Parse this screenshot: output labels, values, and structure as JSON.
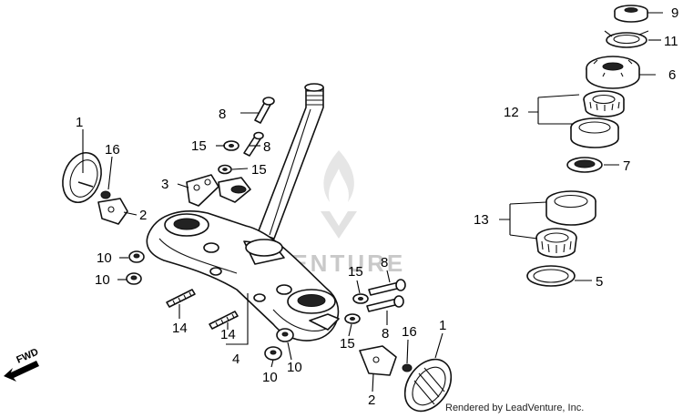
{
  "diagram": {
    "fwd_label": "FWD",
    "watermark": "VENTURE",
    "credit": "Rendered by LeadVenture, Inc.",
    "callouts": [
      {
        "id": "c9",
        "text": "9"
      },
      {
        "id": "c11",
        "text": "11"
      },
      {
        "id": "c6",
        "text": "6"
      },
      {
        "id": "c12",
        "text": "12"
      },
      {
        "id": "c7",
        "text": "7"
      },
      {
        "id": "c13",
        "text": "13"
      },
      {
        "id": "c5",
        "text": "5"
      },
      {
        "id": "c8a",
        "text": "8"
      },
      {
        "id": "c15a",
        "text": "15"
      },
      {
        "id": "c8b",
        "text": "8"
      },
      {
        "id": "c15b",
        "text": "15"
      },
      {
        "id": "c3",
        "text": "3"
      },
      {
        "id": "c1a",
        "text": "1"
      },
      {
        "id": "c16a",
        "text": "16"
      },
      {
        "id": "c2a",
        "text": "2"
      },
      {
        "id": "c10a",
        "text": "10"
      },
      {
        "id": "c10b",
        "text": "10"
      },
      {
        "id": "c14a",
        "text": "14"
      },
      {
        "id": "c14b",
        "text": "14"
      },
      {
        "id": "c4",
        "text": "4"
      },
      {
        "id": "c10c",
        "text": "10"
      },
      {
        "id": "c10d",
        "text": "10"
      },
      {
        "id": "c15c",
        "text": "15"
      },
      {
        "id": "c8c",
        "text": "8"
      },
      {
        "id": "c15d",
        "text": "15"
      },
      {
        "id": "c8d",
        "text": "8"
      },
      {
        "id": "c2b",
        "text": "2"
      },
      {
        "id": "c16b",
        "text": "16"
      },
      {
        "id": "c1b",
        "text": "1"
      }
    ]
  }
}
